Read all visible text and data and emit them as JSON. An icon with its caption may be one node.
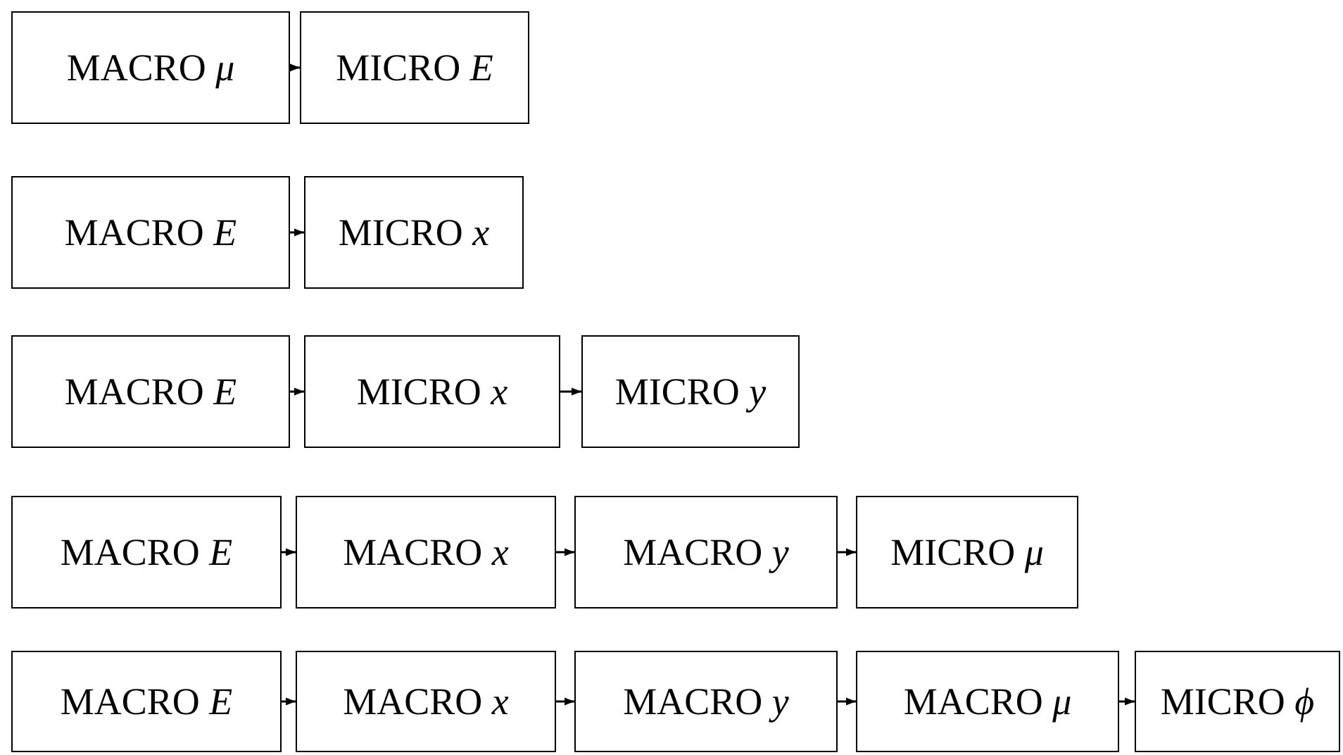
{
  "diagram": {
    "nodes": [
      {
        "text": [
          "MACRO *μ*"
        ]
      },
      {
        "text": [
          "MICRO *E*"
        ]
      },
      {
        "text": [
          "MACRO *E*"
        ]
      },
      {
        "text": [
          "MICRO *x*"
        ]
      },
      {
        "text": [
          "MACRO *E*"
        ]
      },
      {
        "text": [
          "MICRO *x*"
        ]
      },
      {
        "text": [
          "MICRO *y*"
        ]
      },
      {
        "text": [
          "MACRO *E*"
        ]
      },
      {
        "text": [
          "MACRO *x*"
        ]
      },
      {
        "text": [
          "MACRO *y*"
        ]
      },
      {
        "text": [
          "MICRO *μ*"
        ]
      },
      {
        "text": [
          "MACRO *E*"
        ]
      },
      {
        "text": [
          "MACRO *x*"
        ]
      },
      {
        "text": [
          "MACRO *y*"
        ]
      },
      {
        "text": [
          "MACRO *μ*"
        ]
      },
      {
        "text": [
          "MICRO *ϕ*"
        ]
      }
    ],
    "edges": [
      {
        "from": 0,
        "to": 1,
        "arrow": "to"
      },
      {
        "from": 2,
        "to": 3,
        "arrow": "to"
      },
      {
        "from": 4,
        "to": 5,
        "arrow": "to"
      },
      {
        "from": 5,
        "to": 6,
        "arrow": "to"
      },
      {
        "from": 7,
        "to": 8,
        "arrow": "to"
      },
      {
        "from": 8,
        "to": 9,
        "arrow": "to"
      },
      {
        "from": 9,
        "to": 10,
        "arrow": "to"
      },
      {
        "from": 11,
        "to": 12,
        "arrow": "to"
      },
      {
        "from": 12,
        "to": 13,
        "arrow": "to"
      },
      {
        "from": 13,
        "to": 14,
        "arrow": "to"
      },
      {
        "from": 14,
        "to": 15,
        "arrow": "to"
      }
    ]
  }
}
